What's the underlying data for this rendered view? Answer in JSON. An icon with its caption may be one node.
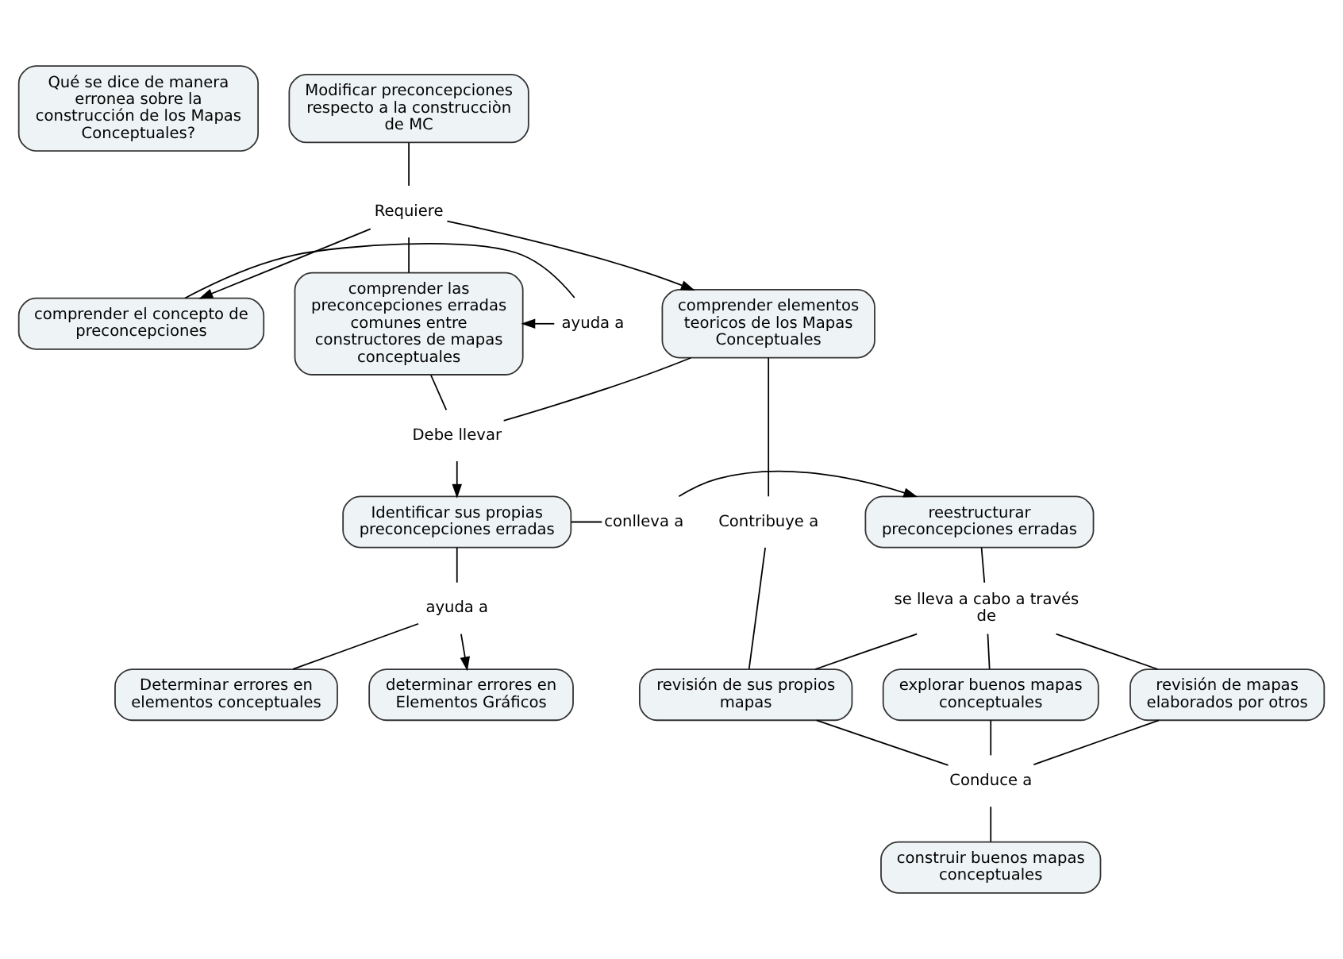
{
  "diagram": {
    "nodes": [
      {
        "text": [
          "Qué se dice de manera erronea sobre la construcción de los Mapas Conceptuales?"
        ]
      },
      {
        "text": [
          "Modificar preconcepciones respecto a la construcciòn de MC"
        ]
      },
      {
        "text": [
          "Requiere"
        ]
      },
      {
        "text": [
          "comprender el concepto de preconcepciones"
        ]
      },
      {
        "text": [
          "ayuda a"
        ]
      },
      {
        "text": [
          "comprender las preconcepciones erradas comunes entre constructores de mapas conceptuales"
        ]
      },
      {
        "text": [
          "comprender elementos teoricos de los Mapas Conceptuales"
        ]
      },
      {
        "text": [
          "Debe llevar"
        ]
      },
      {
        "text": [
          "Identificar sus propias preconcepciones erradas"
        ]
      },
      {
        "text": [
          "Contribuye a"
        ]
      },
      {
        "text": [
          "conlleva a"
        ]
      },
      {
        "text": [
          "reestructurar preconcepciones erradas"
        ]
      },
      {
        "text": [
          "ayuda a"
        ]
      },
      {
        "text": [
          "determinar errores en Elementos Gráficos"
        ]
      },
      {
        "text": [
          "Determinar errores en elementos conceptuales"
        ]
      },
      {
        "text": [
          "se lleva a cabo a través de"
        ]
      },
      {
        "text": [
          "explorar buenos mapas conceptuales"
        ]
      },
      {
        "text": [
          "revisión de mapas elaborados por otros"
        ]
      },
      {
        "text": [
          "revisión de sus propios mapas"
        ]
      },
      {
        "text": [
          "Conduce a"
        ]
      },
      {
        "text": [
          "construir buenos mapas conceptuales"
        ]
      }
    ],
    "edges": [
      {
        "from": 1,
        "to": 2,
        "arrow": "none"
      },
      {
        "from": 2,
        "to": 3,
        "arrow": "to"
      },
      {
        "from": 2,
        "to": 5,
        "arrow": "none"
      },
      {
        "from": 2,
        "to": 6,
        "arrow": "to"
      },
      {
        "from": 3,
        "to": 4,
        "arrow": "none"
      },
      {
        "from": 4,
        "to": 5,
        "arrow": "to"
      },
      {
        "from": 5,
        "to": 7,
        "arrow": "none"
      },
      {
        "from": 6,
        "to": 7,
        "arrow": "none"
      },
      {
        "from": 7,
        "to": 8,
        "arrow": "to"
      },
      {
        "from": 6,
        "to": 9,
        "arrow": "none"
      },
      {
        "from": 9,
        "to": 18,
        "arrow": "none"
      },
      {
        "from": 8,
        "to": 10,
        "arrow": "none"
      },
      {
        "from": 10,
        "to": 11,
        "arrow": "to"
      },
      {
        "from": 8,
        "to": 12,
        "arrow": "none"
      },
      {
        "from": 12,
        "to": 13,
        "arrow": "to"
      },
      {
        "from": 12,
        "to": 14,
        "arrow": "none"
      },
      {
        "from": 11,
        "to": 15,
        "arrow": "none"
      },
      {
        "from": 15,
        "to": 16,
        "arrow": "none"
      },
      {
        "from": 15,
        "to": 17,
        "arrow": "none"
      },
      {
        "from": 15,
        "to": 18,
        "arrow": "none"
      },
      {
        "from": 16,
        "to": 19,
        "arrow": "none"
      },
      {
        "from": 17,
        "to": 19,
        "arrow": "none"
      },
      {
        "from": 18,
        "to": 19,
        "arrow": "none"
      },
      {
        "from": 19,
        "to": 20,
        "arrow": "none"
      }
    ]
  }
}
